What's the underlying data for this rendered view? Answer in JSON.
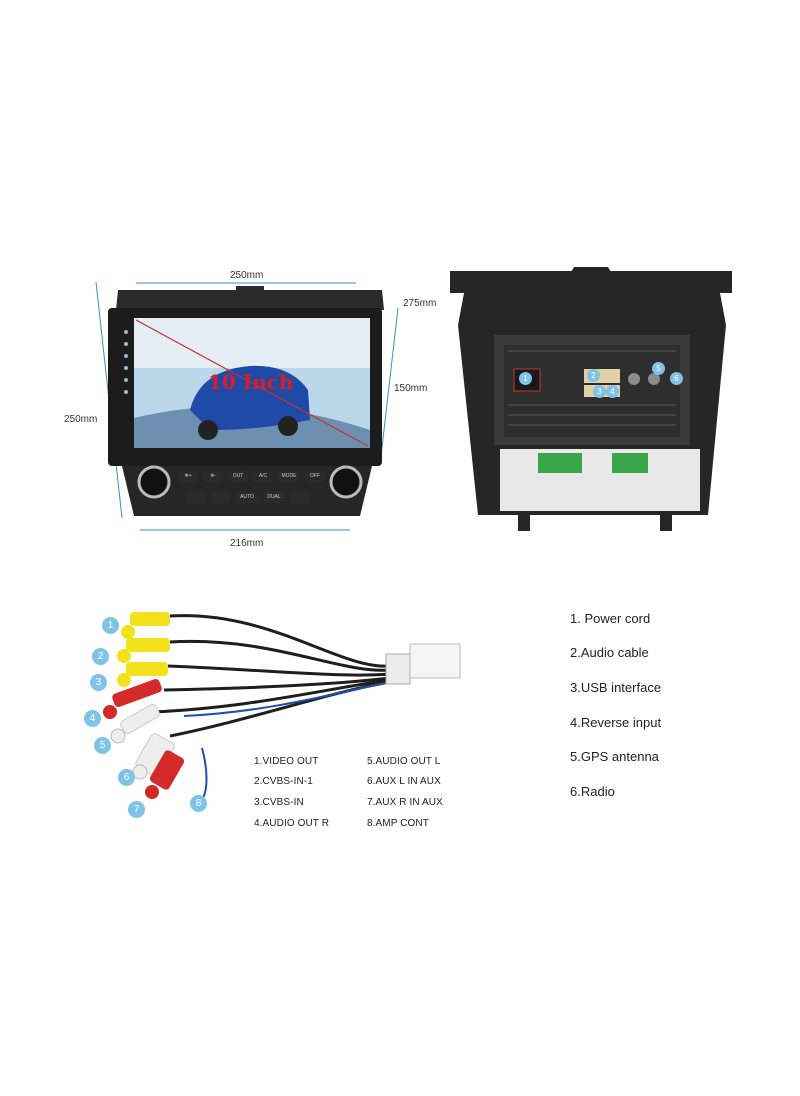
{
  "dimensions": {
    "front_width": "250mm",
    "front_height": "250mm",
    "bottom_width": "216mm",
    "depth": "275mm",
    "screen_height": "150mm"
  },
  "screen_text": "10 Inch",
  "panel_buttons": {
    "row1": [
      "❄+",
      "❄-",
      "OUT",
      "A/C",
      "MODE",
      "OFF"
    ],
    "row2": [
      "",
      "",
      "AUTO",
      "DUAL",
      ""
    ]
  },
  "back_ports": [
    "1",
    "2",
    "3",
    "4",
    "5",
    "6"
  ],
  "specs": [
    "1. Power cord",
    "2.Audio cable",
    "3.USB interface",
    "4.Reverse input",
    "5.GPS antenna",
    "6.Radio"
  ],
  "cable_badges": [
    "1",
    "2",
    "3",
    "4",
    "5",
    "6",
    "7",
    "8"
  ],
  "cable_legend_left": [
    "1.VIDEO OUT",
    "2.CVBS-IN-1",
    "3.CVBS-IN",
    "4.AUDIO OUT R"
  ],
  "cable_legend_right": [
    "5.AUDIO OUT L",
    "6.AUX L IN AUX",
    "7.AUX R IN AUX",
    "8.AMP CONT"
  ],
  "colors": {
    "badge": "#7fc3e6",
    "yellow_plug": "#f2e21c",
    "red_plug": "#d42a2a",
    "white_plug": "#eeeeee",
    "connector_green": "#3aa64a",
    "screen_text": "#d91e1e",
    "dimension_line": "#3b8fbf"
  }
}
